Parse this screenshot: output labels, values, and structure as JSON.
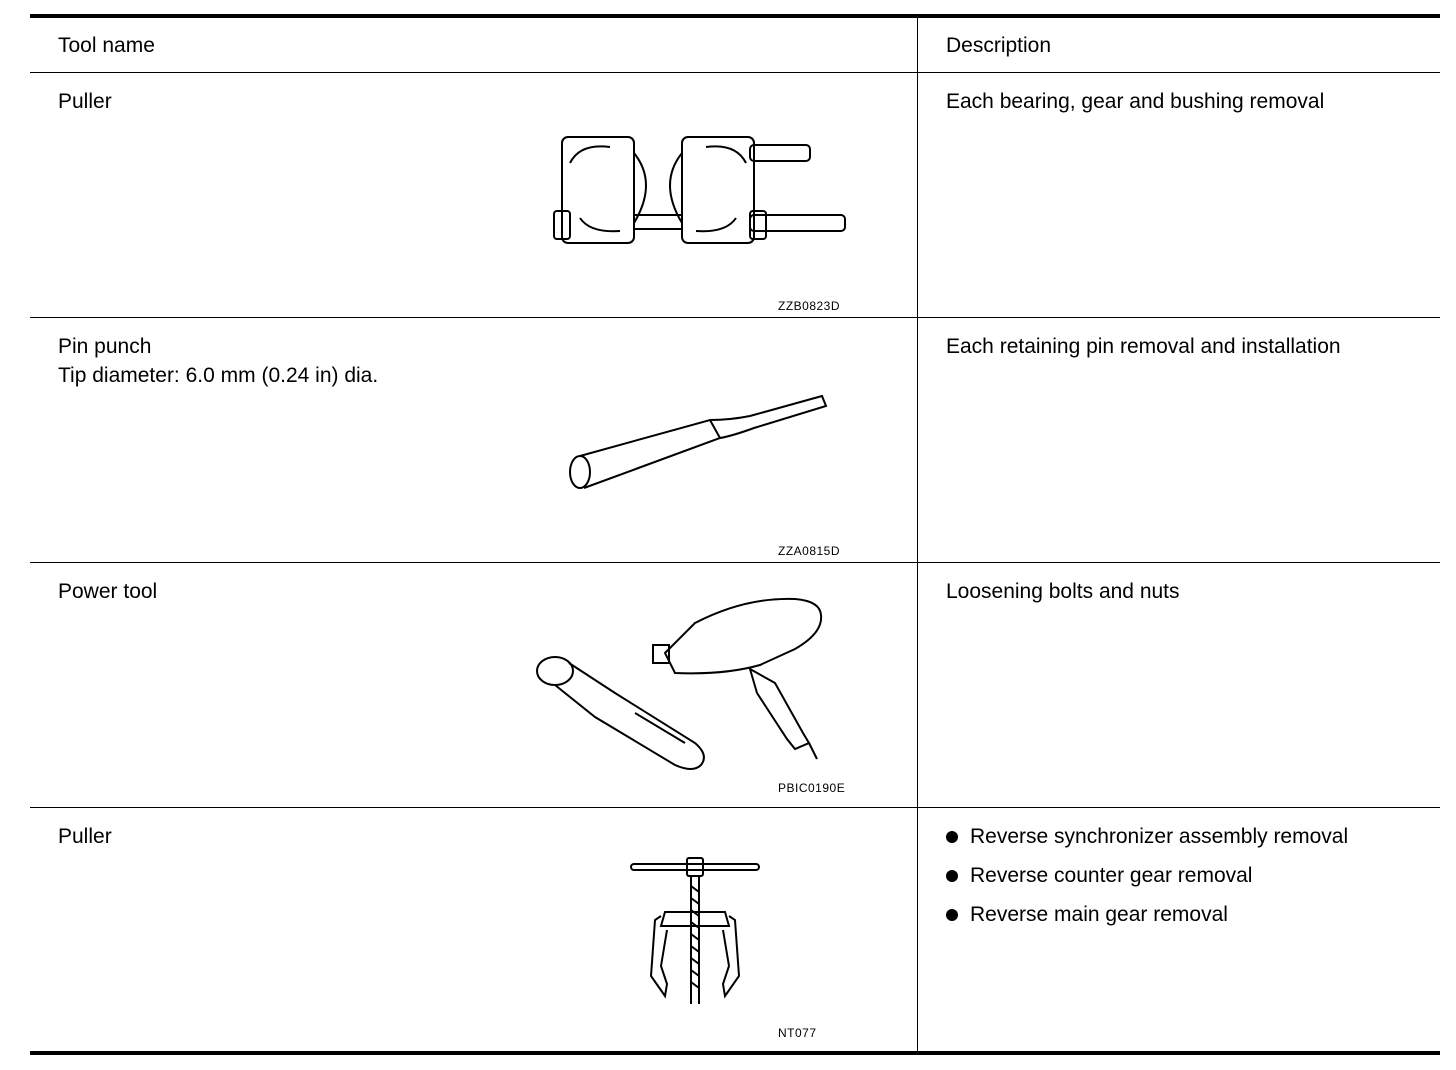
{
  "header": {
    "tool_name": "Tool name",
    "description": "Description"
  },
  "rows": [
    {
      "name": "Puller",
      "detail": "",
      "code": "ZZB0823D",
      "description": "Each bearing, gear and bushing removal",
      "icon": "bearing-puller-icon"
    },
    {
      "name": "Pin punch",
      "detail": "Tip diameter: 6.0 mm (0.24 in) dia.",
      "code": "ZZA0815D",
      "description": "Each retaining pin removal and installation",
      "icon": "pin-punch-icon"
    },
    {
      "name": "Power tool",
      "detail": "",
      "code": "PBIC0190E",
      "description": "Loosening bolts and nuts",
      "icon": "power-tool-icon"
    },
    {
      "name": "Puller",
      "detail": "",
      "code": "NT077",
      "bullets": [
        "Reverse synchronizer assembly removal",
        "Reverse counter gear removal",
        "Reverse main gear removal"
      ],
      "icon": "gear-puller-icon"
    }
  ]
}
